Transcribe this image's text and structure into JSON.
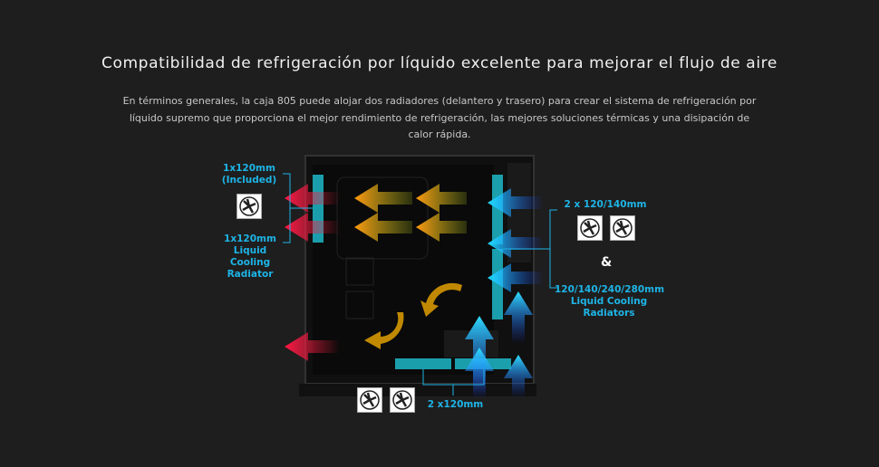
{
  "title": "Compatibilidad de refrigeración por líquido excelente para mejorar el flujo de aire",
  "description": "En términos generales, la caja 805 puede alojar dos radiadores (delantero y trasero) para crear el sistema de refrigeración por líquido supremo que proporciona el mejor rendimiento de refrigeración, las mejores soluciones térmicas y una disipación de calor rápida.",
  "labels": {
    "rear_fan": "1x120mm (Included)",
    "rear_radiator": "1x120mm Liquid Cooling Radiator",
    "front_fans": "2 x 120/140mm",
    "ampersand": "&",
    "front_radiators": "120/140/240/280mm Liquid Cooling Radiators",
    "bottom_fans": "2 x120mm"
  },
  "colors": {
    "accent": "#1eb4e6",
    "background": "#1e1e1e"
  }
}
